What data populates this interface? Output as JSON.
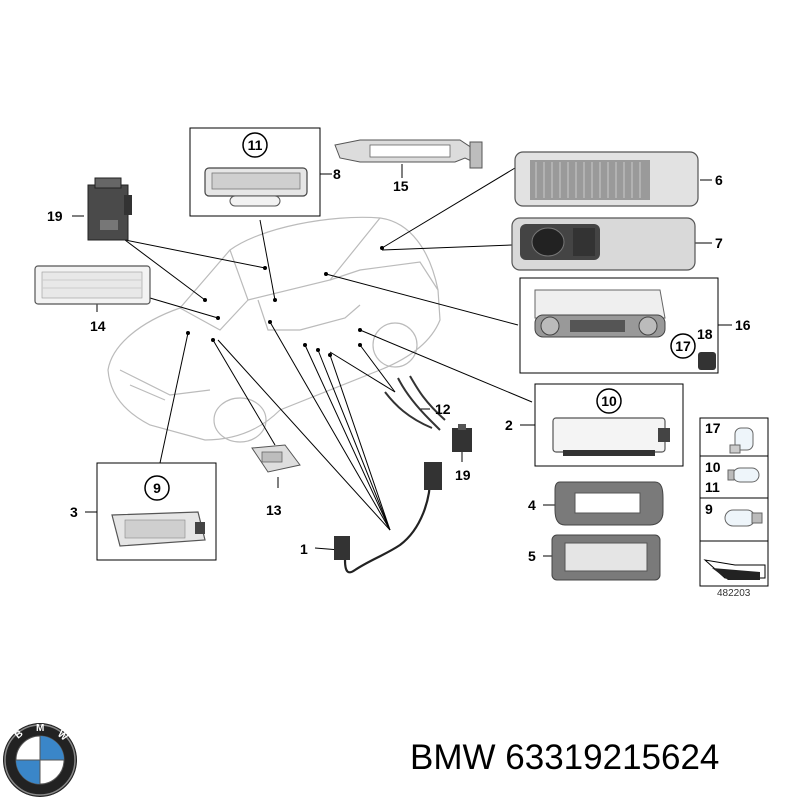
{
  "diagram": {
    "figure_number": "482203",
    "callouts": {
      "c1": "1",
      "c2": "2",
      "c3": "3",
      "c4": "4",
      "c5": "5",
      "c6": "6",
      "c7": "7",
      "c8": "8",
      "c9": "9",
      "c10": "10",
      "c11": "11",
      "c12": "12",
      "c13": "13",
      "c14": "14",
      "c15": "15",
      "c16": "16",
      "c17": "17",
      "c18": "18",
      "c19a": "19",
      "c19b": "19"
    },
    "bulb_legend": {
      "row1": "17",
      "row2a": "10",
      "row2b": "11",
      "row3": "9"
    }
  },
  "footer": {
    "brand": "BMW",
    "part_number": "63319215624",
    "logo_letters": [
      "B",
      "M",
      "W"
    ]
  }
}
